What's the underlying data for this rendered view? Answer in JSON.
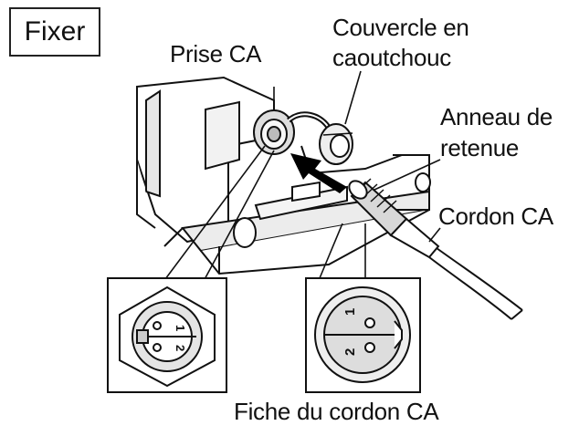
{
  "badge": "Fixer",
  "labels": {
    "ac_socket": "Prise CA",
    "rubber_cover_line1": "Couvercle en",
    "rubber_cover_line2": "caoutchouc",
    "retaining_ring_line1": "Anneau de",
    "retaining_ring_line2": "retenue",
    "ac_cord": "Cordon CA",
    "cord_plug": "Fiche du cordon CA"
  },
  "pin_numbers": {
    "one": "1",
    "two": "2"
  },
  "colors": {
    "ink": "#111111",
    "fill_light": "#eeeeee",
    "arrow": "#000000"
  }
}
